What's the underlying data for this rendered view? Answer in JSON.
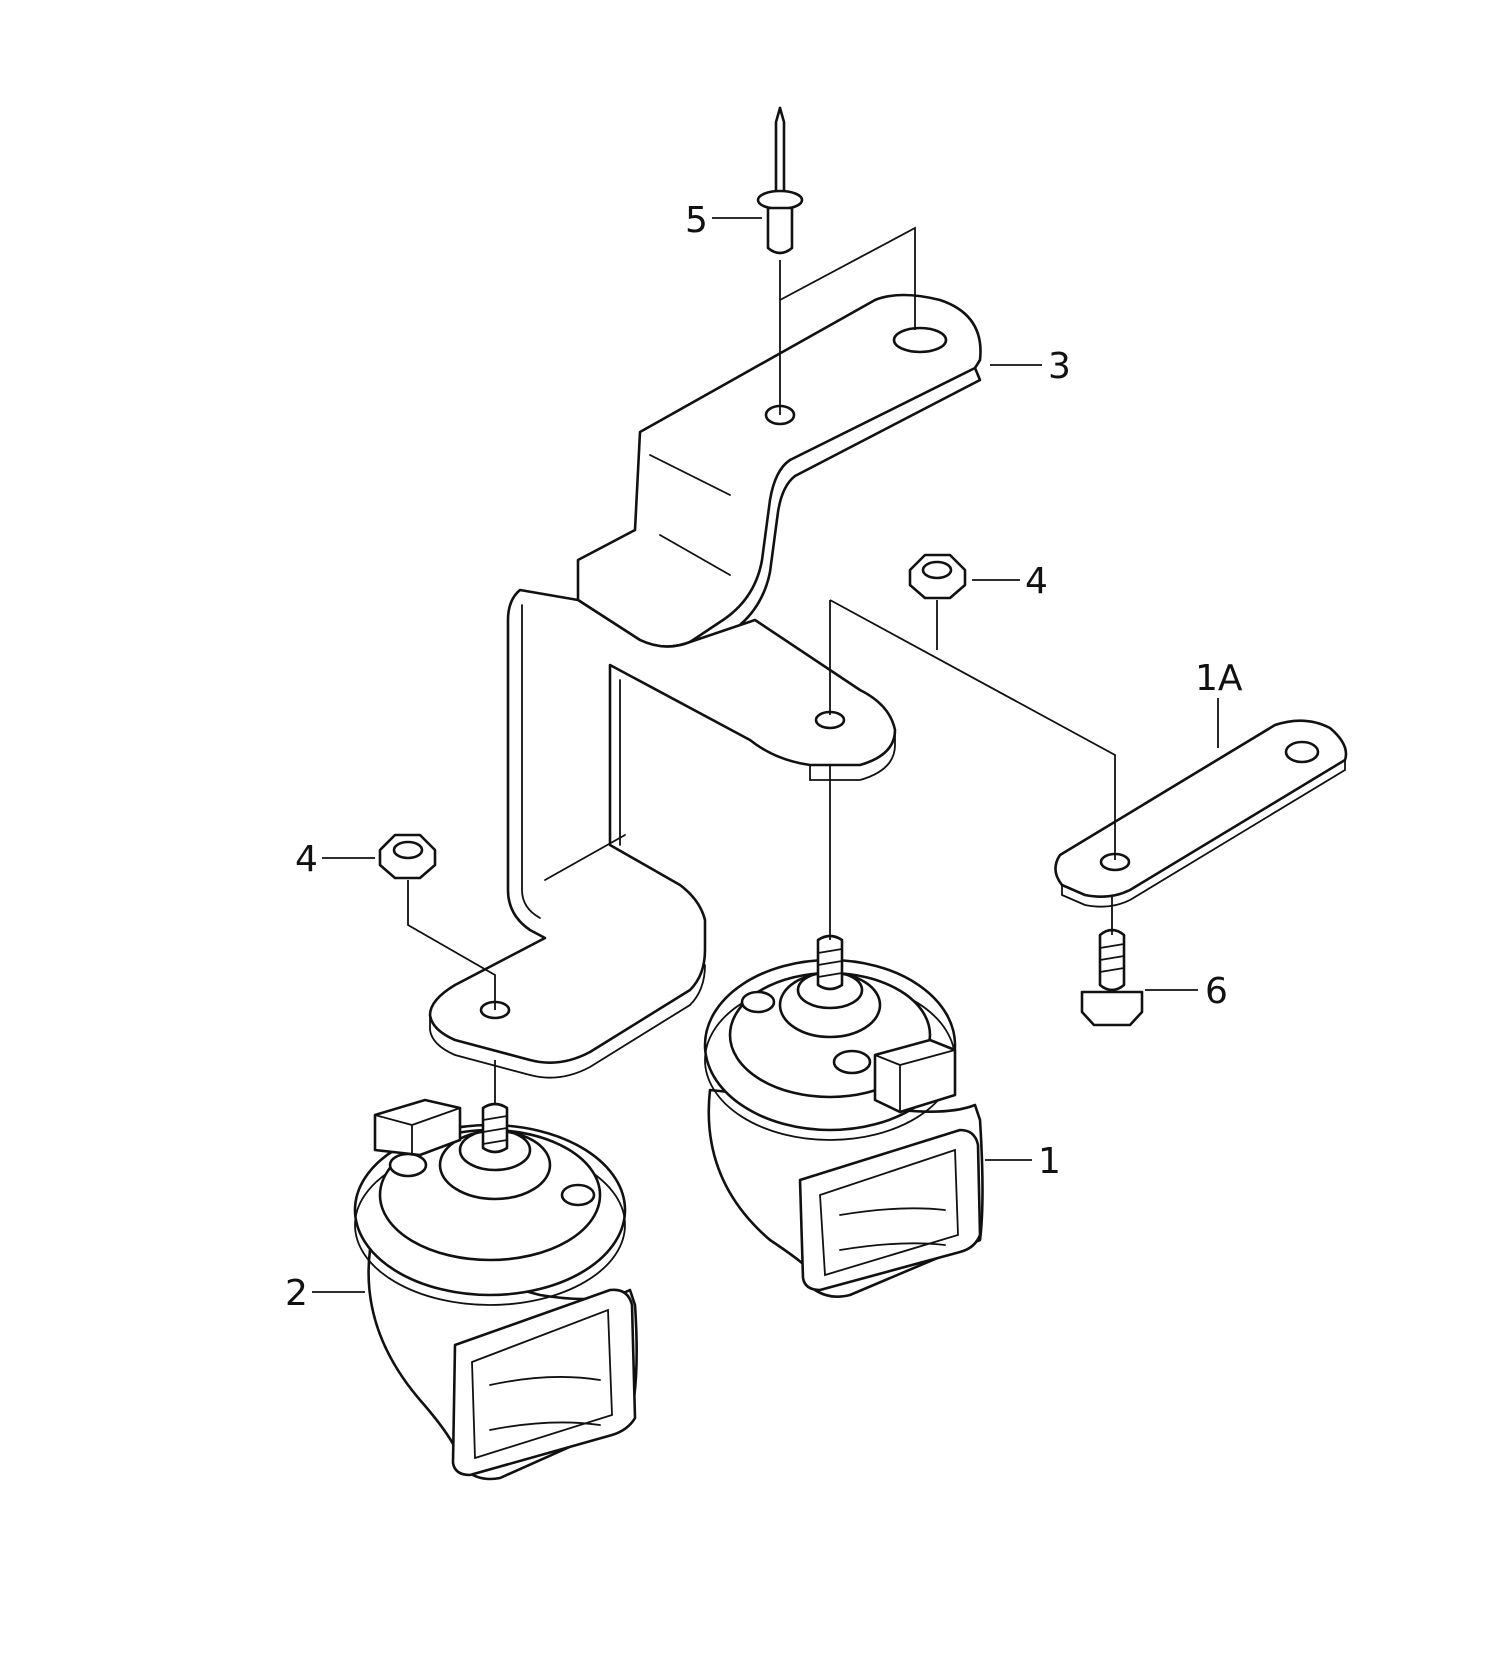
{
  "callouts": {
    "c1": "1",
    "c1a": "1A",
    "c2": "2",
    "c3": "3",
    "c4_upper": "4",
    "c4_left": "4",
    "c5": "5",
    "c6": "6"
  },
  "colors": {
    "line": "#111111",
    "background": "#ffffff"
  }
}
